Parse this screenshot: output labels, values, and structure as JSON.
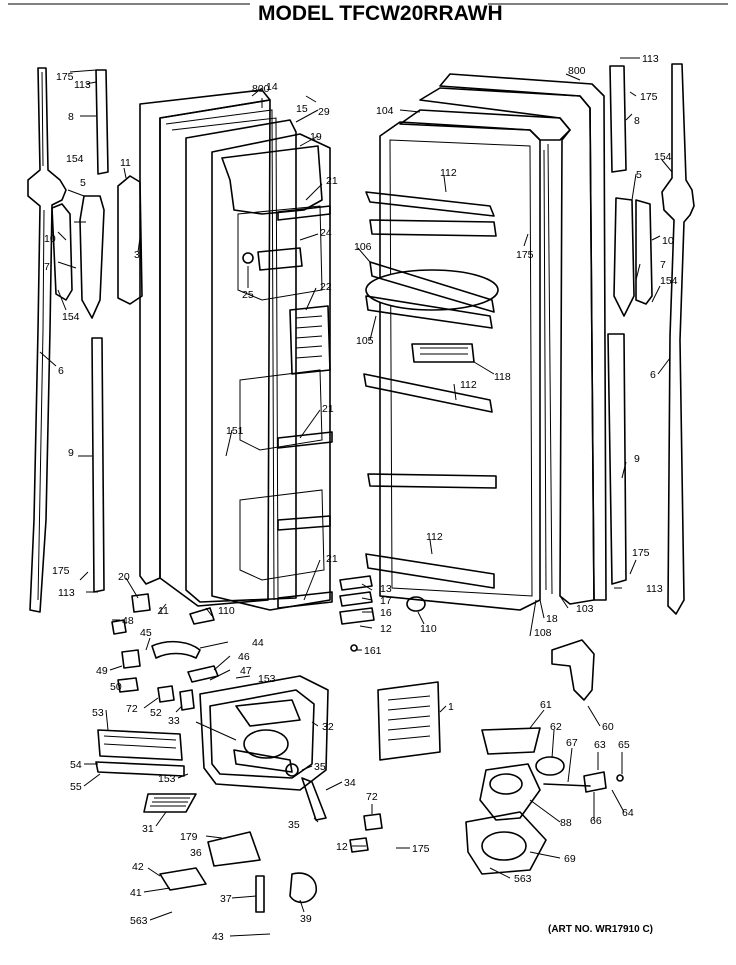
{
  "title": "MODEL TFCW20RRAWH",
  "art_number": "(ART NO. WR17910 C)",
  "labels": {
    "l175a": "175",
    "l113a": "113",
    "l800a": "800",
    "l14": "14",
    "l29": "29",
    "l8a": "8",
    "l15": "15",
    "l11a": "11",
    "l19": "19",
    "l154a": "154",
    "l5a": "5",
    "l21a": "21",
    "l10a": "10",
    "l3": "3",
    "l24": "24",
    "l7a": "7",
    "l25": "25",
    "l22": "22",
    "l154b": "154",
    "l6a": "6",
    "l21b": "21",
    "l9a": "9",
    "l151": "151",
    "l21c": "21",
    "l175b": "175",
    "l113b": "113",
    "l20": "20",
    "l11b": "11",
    "l110a": "110",
    "l113c": "113",
    "l800b": "800",
    "l175c": "175",
    "l104": "104",
    "l112a": "112",
    "l8b": "8",
    "l5b": "5",
    "l154c": "154",
    "l175d": "175",
    "l106": "106",
    "l10b": "10",
    "l7b": "7",
    "l154d": "154",
    "l105": "105",
    "l118": "118",
    "l6b": "6",
    "l112b": "112",
    "l9b": "9",
    "l112c": "112",
    "l175e": "175",
    "l13": "13",
    "l17": "17",
    "l16": "16",
    "l12a": "12",
    "l161": "161",
    "l110b": "110",
    "l18": "18",
    "l103": "103",
    "l108": "108",
    "l113d": "113",
    "l48": "48",
    "l45": "45",
    "l44": "44",
    "l46": "46",
    "l49": "49",
    "l47": "47",
    "l50": "50",
    "l153a": "153",
    "l72a": "72",
    "l52": "52",
    "l53": "53",
    "l33": "33",
    "l32": "32",
    "l1": "1",
    "l54": "54",
    "l55": "55",
    "l35a": "35",
    "l153b": "153",
    "l34": "34",
    "l31": "31",
    "l35b": "35",
    "l179": "179",
    "l72b": "72",
    "l36": "36",
    "l12b": "12",
    "l175f": "175",
    "l42": "42",
    "l41": "41",
    "l37": "37",
    "l563a": "563",
    "l39": "39",
    "l43": "43",
    "l61": "61",
    "l60": "60",
    "l62": "62",
    "l67": "67",
    "l63": "63",
    "l65": "65",
    "l88": "88",
    "l66": "66",
    "l64": "64",
    "l69": "69",
    "l563b": "563"
  }
}
